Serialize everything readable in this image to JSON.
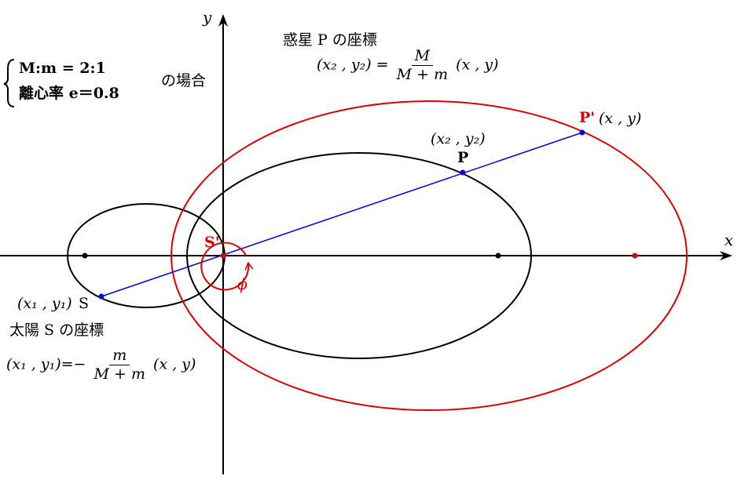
{
  "axes": {
    "x_label": "x",
    "y_label": "y"
  },
  "condition": {
    "ratio": "M:m = 2:1",
    "eccentricity": "離心率 e＝0.8",
    "suffix": "の場合"
  },
  "planet": {
    "title": "惑星 P の座標",
    "lhs": "(x₂ , y₂) =",
    "frac_num": "M",
    "frac_den": "M + m",
    "rhs": "(x , y)",
    "point_coord": "(x₂ , y₂)",
    "point_label": "P",
    "prime_label": "P'",
    "prime_coord": "(x , y)"
  },
  "sun": {
    "point_coord": "(x₁ , y₁)",
    "point_label": "S",
    "title": "太陽 S の座標",
    "lhs": "(x₁ , y₁)=−",
    "frac_num": "m",
    "frac_den": "M + m",
    "rhs": "(x , y)",
    "prime_label": "S'"
  },
  "angle_label": "ϕ",
  "colors": {
    "orbit_relative": "#e00000",
    "orbit_bodies": "#000000",
    "line": "#0000ee"
  }
}
